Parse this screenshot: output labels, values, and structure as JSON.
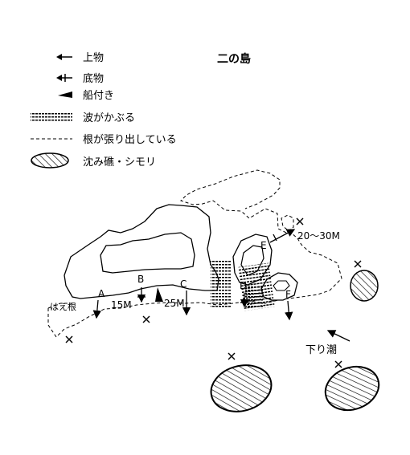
{
  "map": {
    "title": "二の島",
    "legend": [
      {
        "symbol": "arrow-surface-icon",
        "label": "上物"
      },
      {
        "symbol": "arrow-bottom-icon",
        "label": "底物"
      },
      {
        "symbol": "boat-landing-icon",
        "label": "船付き"
      },
      {
        "symbol": "wave-hatch-icon",
        "label": "波がかぶる"
      },
      {
        "symbol": "dashed-line-icon",
        "label": "根が張り出している"
      },
      {
        "symbol": "hatched-ellipse-icon",
        "label": "沈み礁・シモリ"
      }
    ],
    "points": [
      "A",
      "B",
      "C",
      "D",
      "E",
      "F"
    ],
    "depths": {
      "a": "15M",
      "b": "25M",
      "e": "20～30M"
    },
    "labels": {
      "hae_ne": "はえ根",
      "current": "下り潮"
    }
  }
}
